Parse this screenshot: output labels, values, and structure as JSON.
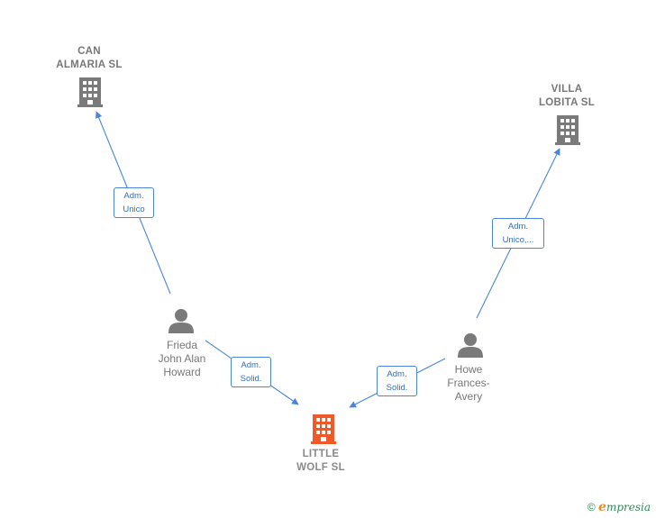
{
  "nodes": {
    "can_almaria": {
      "label": "CAN\nALMARIA  SL",
      "type": "company"
    },
    "villa_lobita": {
      "label": "VILLA\nLOBITA  SL",
      "type": "company"
    },
    "little_wolf": {
      "label": "LITTLE\nWOLF  SL",
      "type": "company-focus"
    },
    "frieda": {
      "label": "Frieda\nJohn Alan\nHoward",
      "type": "person"
    },
    "howe": {
      "label": "Howe\nFrances-\nAvery",
      "type": "person"
    }
  },
  "edges": {
    "frieda_can": {
      "label": "Adm.\nUnico"
    },
    "howe_villa": {
      "label": "Adm.\nUnico,..."
    },
    "frieda_little": {
      "label": "Adm.\nSolid."
    },
    "howe_little": {
      "label": "Adm.\nSolid."
    }
  },
  "colors": {
    "company": "#7a7a7a",
    "company_focus": "#f05a28",
    "person": "#7a7a7a",
    "edge": "#4a86d8"
  },
  "footer": {
    "copyright": "©",
    "brand_e": "e",
    "brand_rest": "mpresia"
  }
}
